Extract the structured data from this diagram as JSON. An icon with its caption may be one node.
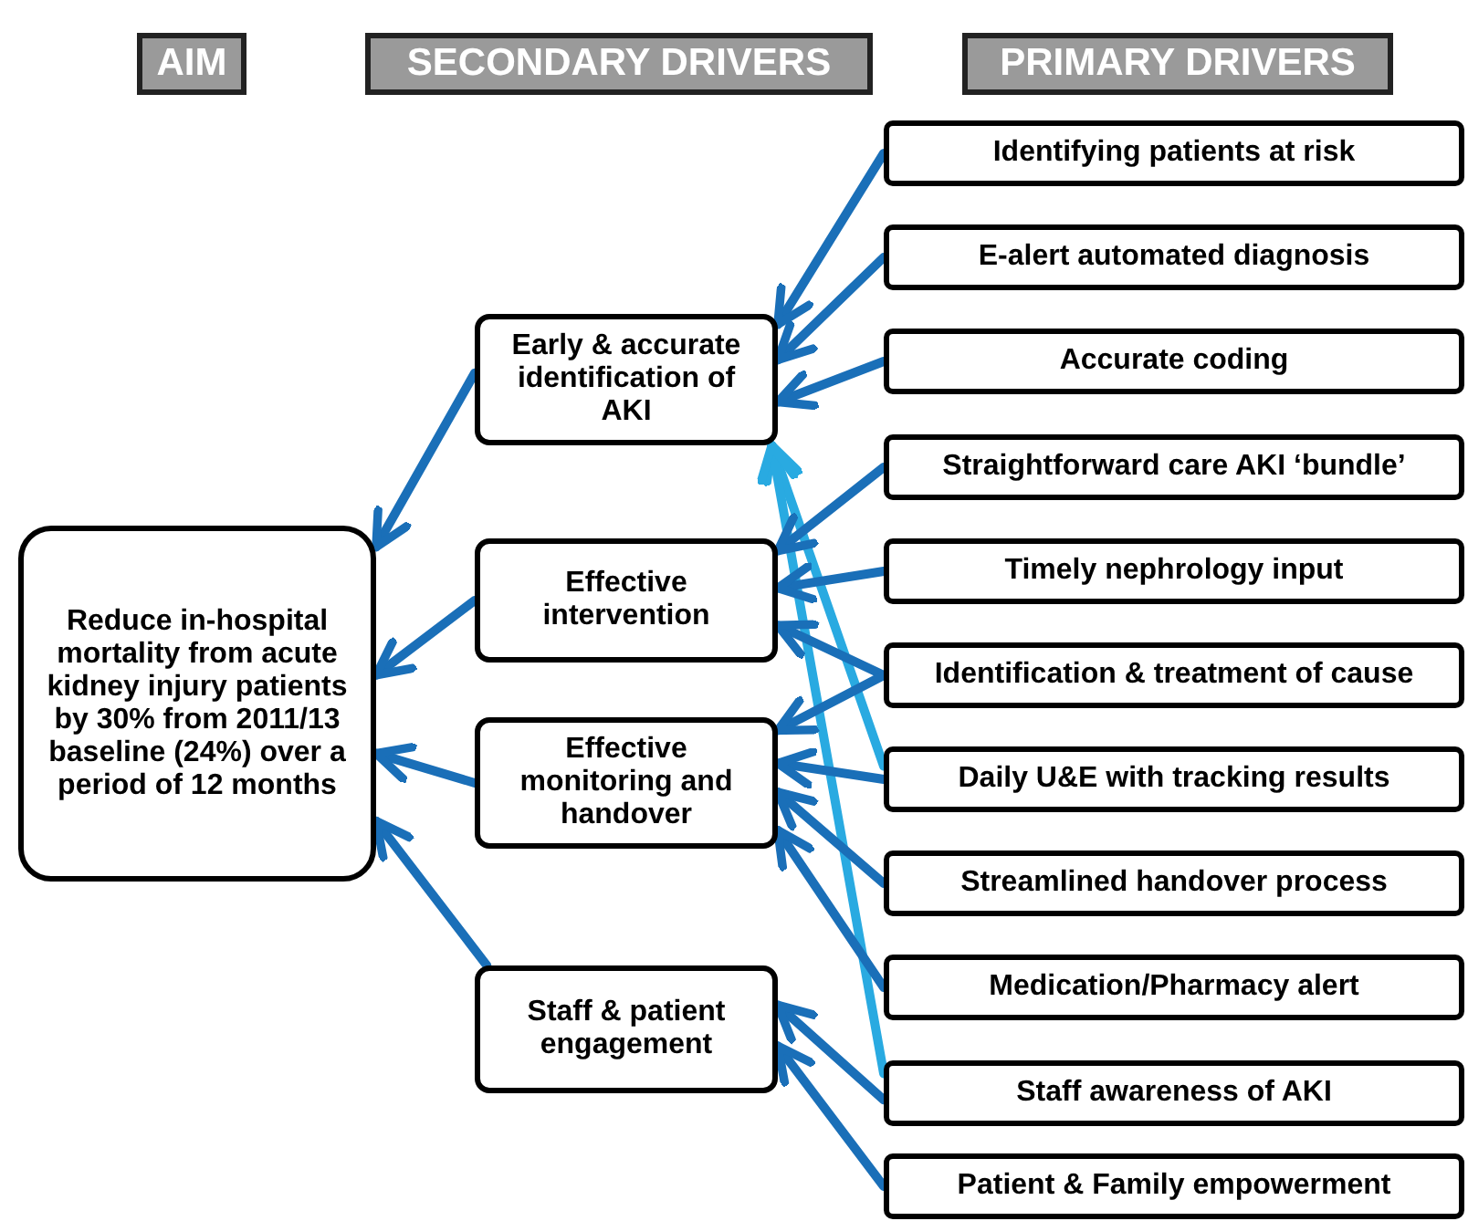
{
  "diagram": {
    "nodes": [
      {
        "text": [
          "Reduce in-hospital mortality from acute kidney injury patients by 30% from 2011/13 baseline (24%) over a period of 12 months"
        ]
      },
      {
        "text": [
          "Early & accurate identification of AKI"
        ]
      },
      {
        "text": [
          "Effective intervention"
        ]
      },
      {
        "text": [
          "Effective monitoring and handover"
        ]
      },
      {
        "text": [
          "Staff & patient engagement"
        ]
      },
      {
        "text": [
          "Identifying patients at risk"
        ]
      },
      {
        "text": [
          "E-alert automated diagnosis"
        ]
      },
      {
        "text": [
          "Accurate coding"
        ]
      },
      {
        "text": [
          "Straightforward care AKI ‘bundle’"
        ]
      },
      {
        "text": [
          "Timely nephrology input"
        ]
      },
      {
        "text": [
          "Identification & treatment of cause"
        ]
      },
      {
        "text": [
          "Daily U&E with tracking results"
        ]
      },
      {
        "text": [
          "Streamlined handover process"
        ]
      },
      {
        "text": [
          "Medication/Pharmacy alert"
        ]
      },
      {
        "text": [
          "Staff awareness of AKI"
        ]
      },
      {
        "text": [
          "Patient & Family empowerment"
        ]
      }
    ],
    "edges": [
      {
        "from": 5,
        "to": 1,
        "arrow": "to"
      },
      {
        "from": 6,
        "to": 1,
        "arrow": "to"
      },
      {
        "from": 7,
        "to": 1,
        "arrow": "to"
      },
      {
        "from": 11,
        "to": 1,
        "arrow": "to",
        "color": "#29aae1"
      },
      {
        "from": 14,
        "to": 1,
        "arrow": "to",
        "color": "#29aae1"
      },
      {
        "from": 8,
        "to": 2,
        "arrow": "to"
      },
      {
        "from": 9,
        "to": 2,
        "arrow": "to"
      },
      {
        "from": 10,
        "to": 2,
        "arrow": "to"
      },
      {
        "from": 10,
        "to": 3,
        "arrow": "to"
      },
      {
        "from": 11,
        "to": 3,
        "arrow": "to"
      },
      {
        "from": 12,
        "to": 3,
        "arrow": "to"
      },
      {
        "from": 13,
        "to": 3,
        "arrow": "to"
      },
      {
        "from": 14,
        "to": 4,
        "arrow": "to"
      },
      {
        "from": 15,
        "to": 4,
        "arrow": "to"
      },
      {
        "from": 1,
        "to": 0,
        "arrow": "to"
      },
      {
        "from": 2,
        "to": 0,
        "arrow": "to"
      },
      {
        "from": 3,
        "to": 0,
        "arrow": "to"
      },
      {
        "from": 4,
        "to": 0,
        "arrow": "to"
      }
    ],
    "labels": [
      "AIM",
      "SECONDARY DRIVERS",
      "PRIMARY DRIVERS"
    ]
  }
}
